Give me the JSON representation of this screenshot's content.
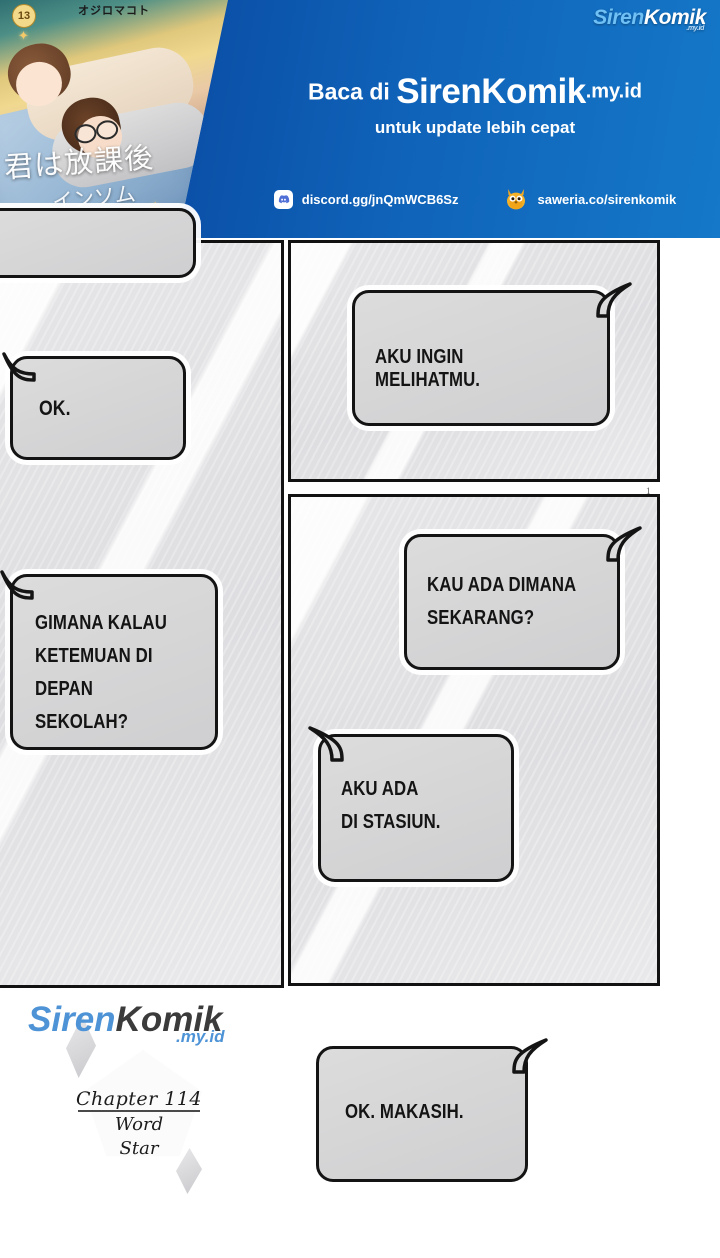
{
  "banner": {
    "logo": {
      "part1": "Siren",
      "part2": "Komik",
      "tld": ".my.id"
    },
    "headline": {
      "prefix": "Baca di ",
      "brand": "SirenKomik",
      "tld": ".my.id"
    },
    "subhead": "untuk update lebih cepat",
    "links": [
      {
        "icon": "discord-icon",
        "label": "discord.gg/jnQmWCB6Sz"
      },
      {
        "icon": "saweria-icon",
        "label": "saweria.co/sirenkomik"
      }
    ],
    "cover": {
      "volume_badge": "13",
      "author": "オジロマコト",
      "title_jp": "君は放課後",
      "title_jp_sub": "インソム"
    },
    "colors": {
      "blue_dark": "#0a4596",
      "blue_light": "#1578c8",
      "logo_blue": "#6fc0f5"
    }
  },
  "comic": {
    "panels": [
      {
        "name": "left-panel",
        "bubbles": [
          {
            "id": "cut-off",
            "text": ""
          },
          {
            "id": "ok",
            "text": "OK."
          },
          {
            "id": "meetup",
            "text": "GIMANA KALAU\nKETEMUAN DI DEPAN\nSEKOLAH?"
          }
        ],
        "chapter": {
          "number": "Chapter 114",
          "line1": "Word",
          "line2": "Star"
        }
      },
      {
        "name": "right-panel-top",
        "bubbles": [
          {
            "id": "see-you",
            "text": "AKU INGIN MELIHATMU."
          }
        ]
      },
      {
        "name": "right-panel-bottom",
        "bubbles": [
          {
            "id": "where",
            "text": "KAU ADA DIMANA\nSEKARANG?"
          },
          {
            "id": "station",
            "text": "AKU ADA\nDI STASIUN."
          }
        ]
      }
    ],
    "bottom_bubble": {
      "id": "thanks",
      "text": "OK. MAKASIH."
    },
    "page_mark": "1",
    "watermark": {
      "part1": "Siren",
      "part2": "Komik",
      "tld": ".my.id",
      "color_blue": "#4d93d6"
    }
  }
}
